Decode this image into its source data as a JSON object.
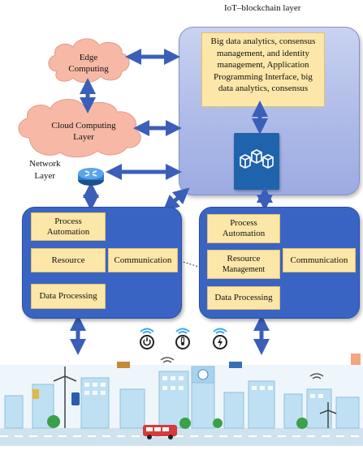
{
  "title": "IoT–blockchain layer",
  "blockchain": {
    "text": "Big data analytics, consensus management, and identity management, Application Programming Interface, big data analytics, consensus",
    "icon": "blockchain-icon"
  },
  "clouds": {
    "edge": {
      "line1": "Edge",
      "line2": "Computing"
    },
    "cloud": {
      "line1": "Cloud Computing",
      "line2": "Layer"
    }
  },
  "network": {
    "line1": "Network",
    "line2": "Layer",
    "icon": "router-icon"
  },
  "left_panel": {
    "process_automation": {
      "line1": "Process",
      "line2": "Automation"
    },
    "resource": "Resource",
    "communication": "Communication",
    "data_processing": "Data Processing"
  },
  "right_panel": {
    "process_automation": {
      "line1": "Process",
      "line2": "Automation"
    },
    "resource": {
      "line1": "Resource",
      "line2": "Management"
    },
    "communication": "Communication",
    "data_processing": "Data Processing"
  },
  "icons": [
    "power-icon",
    "temperature-icon",
    "energy-icon",
    "wind-turbine-icon",
    "building-icon",
    "bus-icon",
    "tree-icon"
  ],
  "colors": {
    "arrow": "#3b5fb8",
    "panel_blue": "#3a64c4",
    "yellow_box": "#fde7a8",
    "cloud_fill": "#f7b9a6",
    "blockchain_panel": "#b3bfe9"
  }
}
